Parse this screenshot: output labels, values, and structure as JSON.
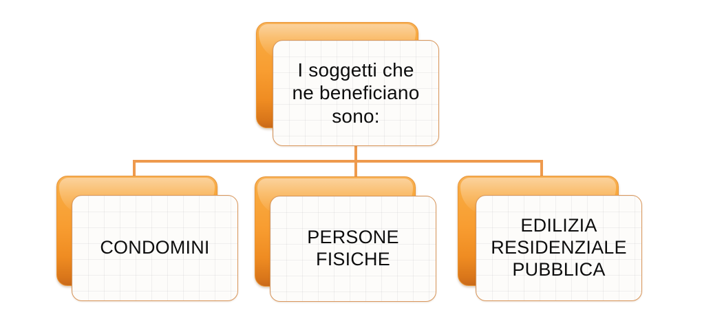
{
  "diagram": {
    "type": "org-chart",
    "title_text": "I soggetti che ne beneficiano sono:",
    "colors": {
      "background": "#ffffff",
      "plate_orange_light": "#f8b257",
      "plate_orange_mid": "#f89d31",
      "plate_orange_dark": "#c9691a",
      "card_fill": "#fdfcfa",
      "card_border": "#d9975c",
      "connector": "#ee9a4d",
      "text": "#0d0d0d"
    },
    "root": {
      "id": "root-node",
      "label": "I soggetti che\nne beneficiano\nsono:"
    },
    "children": [
      {
        "id": "child-condomini",
        "label": "CONDOMINI"
      },
      {
        "id": "child-persone-fisiche",
        "label": "PERSONE\nFISICHE"
      },
      {
        "id": "child-edilizia-residenziale-pubblica",
        "label": "EDILIZIA\nRESIDENZIALE\nPUBBLICA"
      }
    ]
  }
}
